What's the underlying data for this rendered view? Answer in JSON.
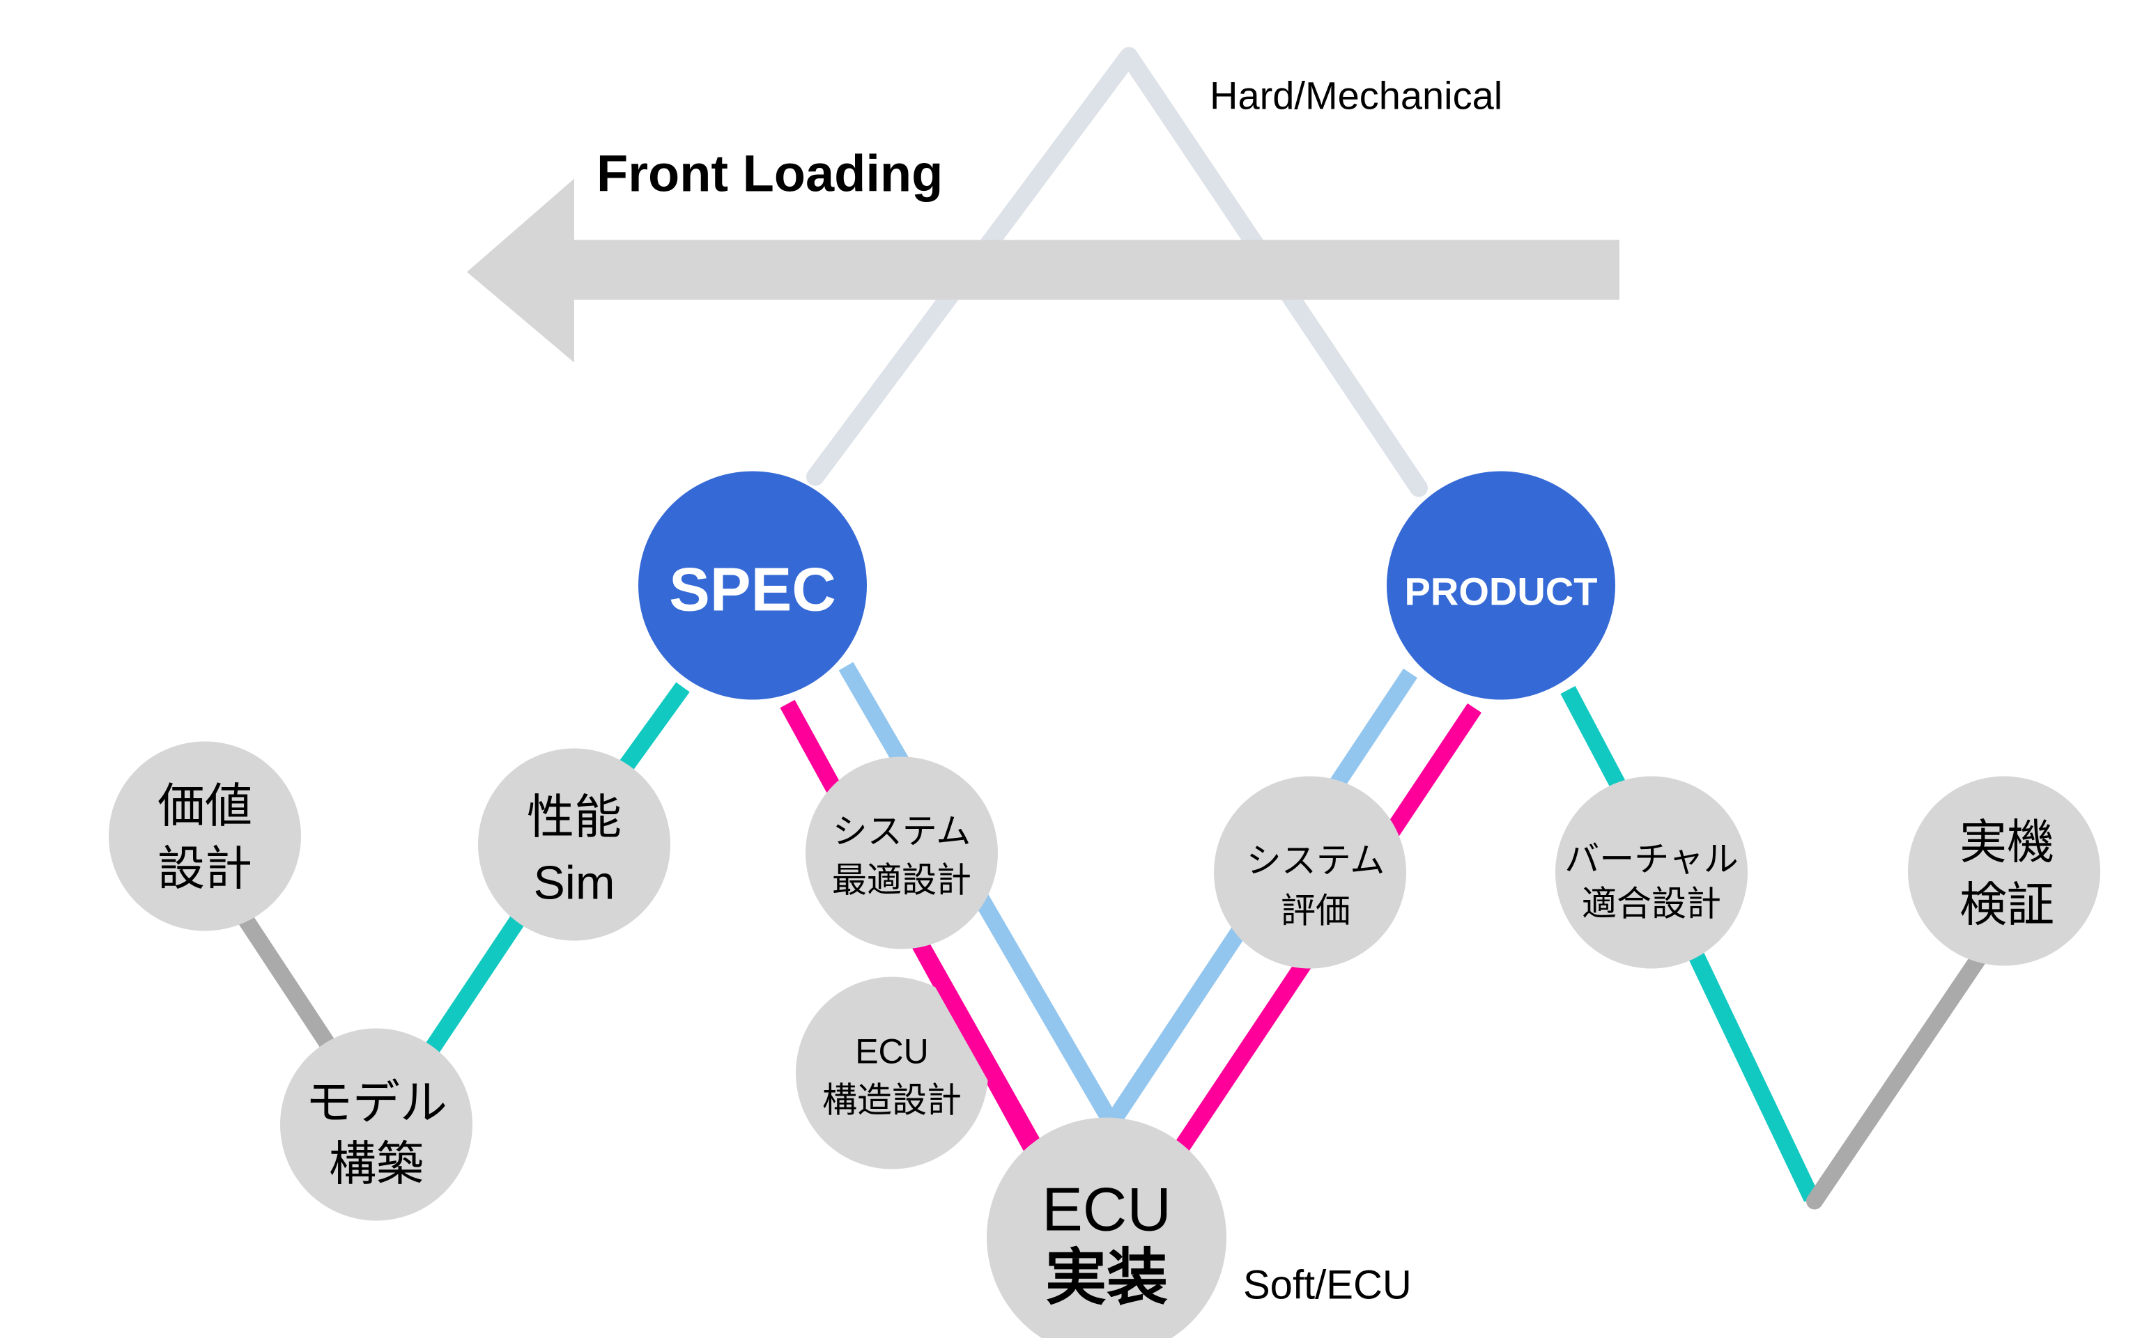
{
  "colors": {
    "primary_node": "#356ad6",
    "process_node": "#d6d6d6",
    "arrow": "#d6d6d6",
    "hard_path": "#dde2e8",
    "teal_path": "#12c9c2",
    "magenta_path": "#fe0099",
    "lightblue_path": "#93c6ee",
    "grey_path": "#aaaaaa"
  },
  "labels": {
    "front_loading": "Front Loading",
    "hard_mechanical": "Hard/Mechanical",
    "soft_ecu": "Soft/ECU"
  },
  "primary_nodes": {
    "spec": "SPEC",
    "product": "PRODUCT"
  },
  "process_nodes": {
    "value_design": [
      "価値",
      "設計"
    ],
    "model_build": [
      "モデル",
      "構築"
    ],
    "performance_sim": [
      "性能",
      "Sim"
    ],
    "system_opt_design": [
      "システム",
      "最適設計"
    ],
    "ecu_struct_design": [
      "ECU",
      "構造設計"
    ],
    "ecu_impl": [
      "ECU",
      "実装"
    ],
    "system_eval": [
      "システム",
      "評価"
    ],
    "virtual_calib_design": [
      "バーチャル",
      "適合設計"
    ],
    "real_machine_verify": [
      "実機",
      "検証"
    ]
  }
}
